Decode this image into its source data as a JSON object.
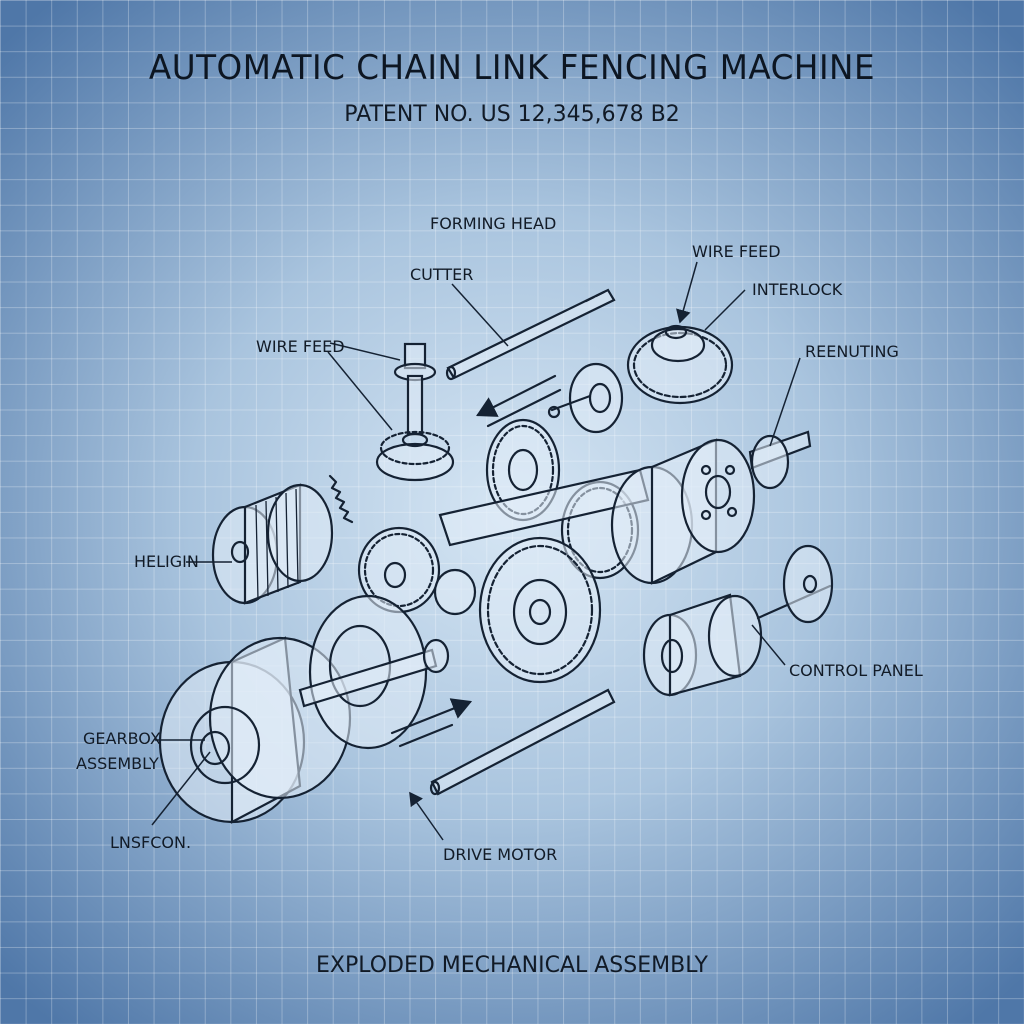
{
  "title": "AUTOMATIC CHAIN LINK FENCING MACHINE",
  "subtitle": "PATENT NO. US 12,345,678 B2",
  "footer": "EXPLODED MECHANICAL ASSEMBLY",
  "labels": {
    "forming_head": "FORMING HEAD",
    "cutter": "CUTTER",
    "wire_feed_top": "WIRE FEED",
    "interlock": "INTERLOCK",
    "wire_feed_left": "WIRE FEED",
    "reenuting": "REENUTING",
    "heligin": "HELIGIN",
    "control_panel": "CONTROL PANEL",
    "gearbox_line1": "GEARBOX",
    "gearbox_line2": "ASSEMBLY",
    "lnsfcon": "LNSFCON.",
    "drive_motor": "DRIVE MOTOR"
  },
  "colors": {
    "ink": "#152233",
    "background_center": "#d6e6f4",
    "background_edge": "#4f77a8"
  }
}
